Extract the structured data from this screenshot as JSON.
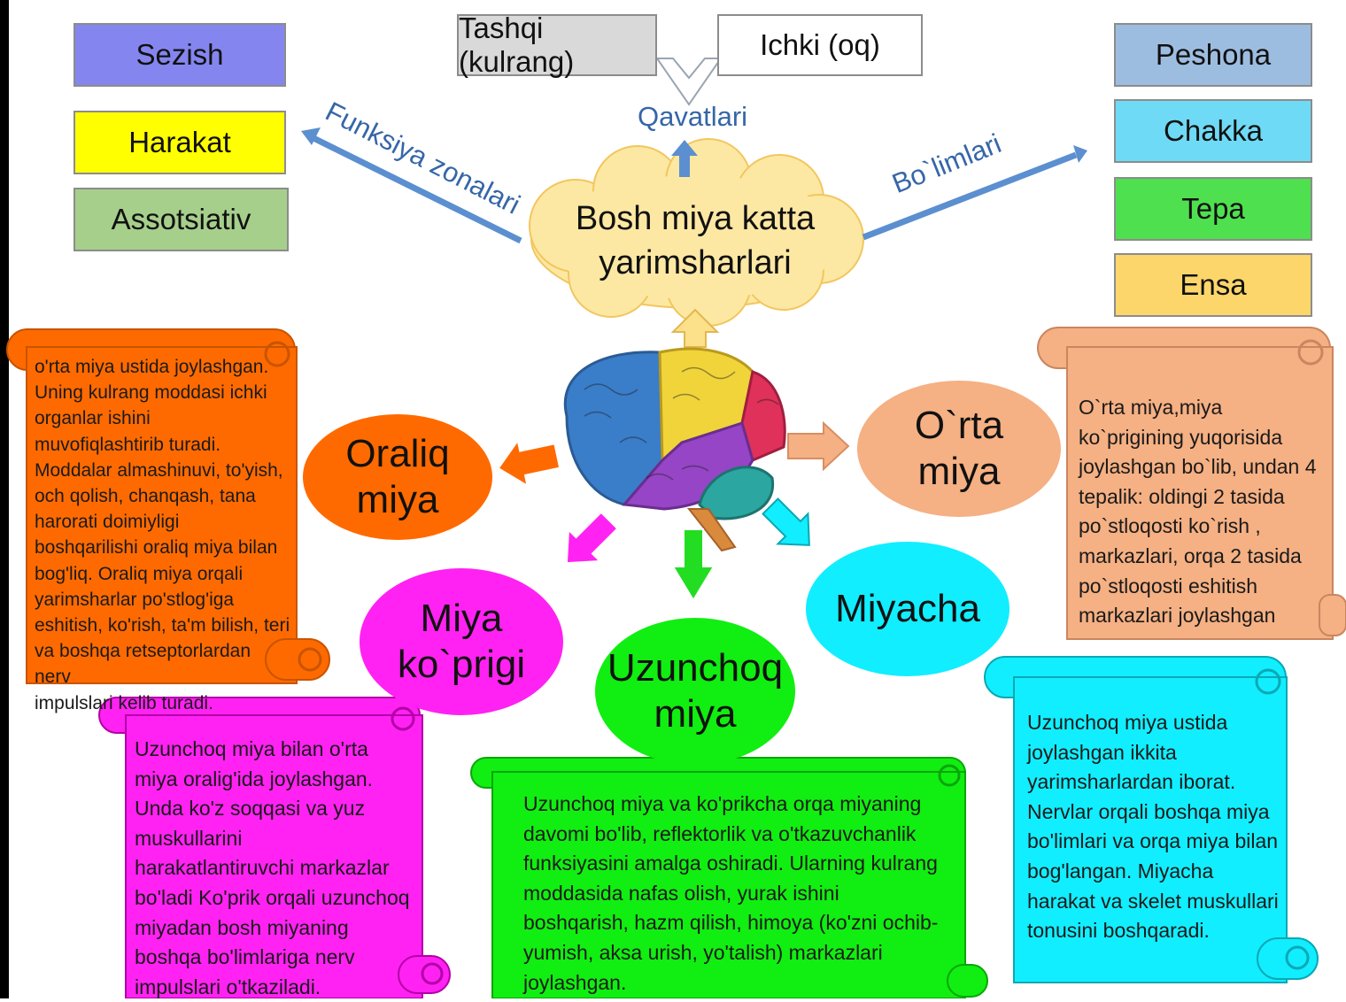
{
  "center": {
    "line1": "Bosh miya katta",
    "line2": "yarimsharlari"
  },
  "layers": {
    "label": "Qavatlari",
    "outer": "Tashqi (kulrang)",
    "inner": "Ichki (oq)"
  },
  "zones": {
    "label": "Funksiya zonalari",
    "items": [
      "Sezish",
      "Harakat",
      "Assotsiativ"
    ]
  },
  "lobes": {
    "label": "Bo`limlari",
    "items": [
      "Peshona",
      "Chakka",
      "Tepa",
      "Ensa"
    ]
  },
  "parts": {
    "oraliq": {
      "line1": "Oraliq",
      "line2": "miya"
    },
    "orta": {
      "line1": "O`rta",
      "line2": "miya"
    },
    "kuprik": {
      "line1": "Miya",
      "line2": "ko`prigi"
    },
    "uzunchoq": {
      "line1": "Uzunchoq",
      "line2": "miya"
    },
    "miyacha": {
      "line1": "Miyacha"
    }
  },
  "descriptions": {
    "oraliq": "o'rta  miya ustida joylashgan.\nUning kulrang  moddasi  ichki\norganlar  ishini\nmuvofiqlashtirib turadi.\nModdalar almashinuvi, to'yish,\noch qolish, chanqash, tana\nharorati doimiyligi\nboshqarilishi oraliq miya bilan\nbog'liq. Oraliq miya orqali\nyarimsharlar po'stlog'iga\neshitish, ko'rish, ta'm bilish, teri\nva boshqa retseptorlardan nerv\nimpulslari kelib turadi.",
    "orta": "O`rta miya,miya\nko`prigining yuqorisida\njoylashgan bo`lib, undan 4\ntepalik: oldingi 2 tasida\npo`stloqosti ko`rish ,\nmarkazlari, orqa 2 tasida\npo`stloqosti eshitish\nmarkazlari joylashgan",
    "kuprik": "Uzunchoq miya bilan o'rta\nmiya oralig'ida joylashgan.\nUnda ko'z soqqasi va yuz\nmuskullarini\nharakatlantiruvchi markazlar\nbo'ladi Ko'prik orqali uzunchoq\nmiyadan bosh miyaning\nboshqa bo'limlariga nerv\nimpulslari o'tkaziladi.",
    "uzunchoq": "Uzunchoq miya va ko'prikcha orqa miyaning\ndavomi bo'lib, reflektorlik va o'tkazuvchanlik\nfunksiyasini amalga oshiradi. Ularning kulrang\nmoddasida nafas olish, yurak ishini\nboshqarish, hazm qilish, himoya (ko'zni ochib-\nyumish, aksa urish, yo'talish) markazlari\njoylashgan.",
    "miyacha": "Uzunchoq miya ustida\njoylashgan ikkita\nyarimsharlardan iborat.\nNervlar orqali boshqa miya\nbo'limlari va orqa miya bilan\nbog'langan. Miyacha\nharakat va skelet muskullari\ntonusini boshqaradi."
  },
  "colors": {
    "sezish": "#8585f0",
    "harakat": "#ffff00",
    "assotsiativ": "#a6cf8b",
    "peshona": "#9dbde0",
    "chakka": "#6fdaf5",
    "tepa": "#4fe04f",
    "ensa": "#fdd66b",
    "oraliq": "#ff6a00",
    "orta": "#f5b083",
    "kuprik": "#ff22f2",
    "uzunchoq": "#11ee11",
    "miyacha": "#11eeff",
    "cloud": "#fde8a3",
    "arrow": "#5b8fd0"
  }
}
